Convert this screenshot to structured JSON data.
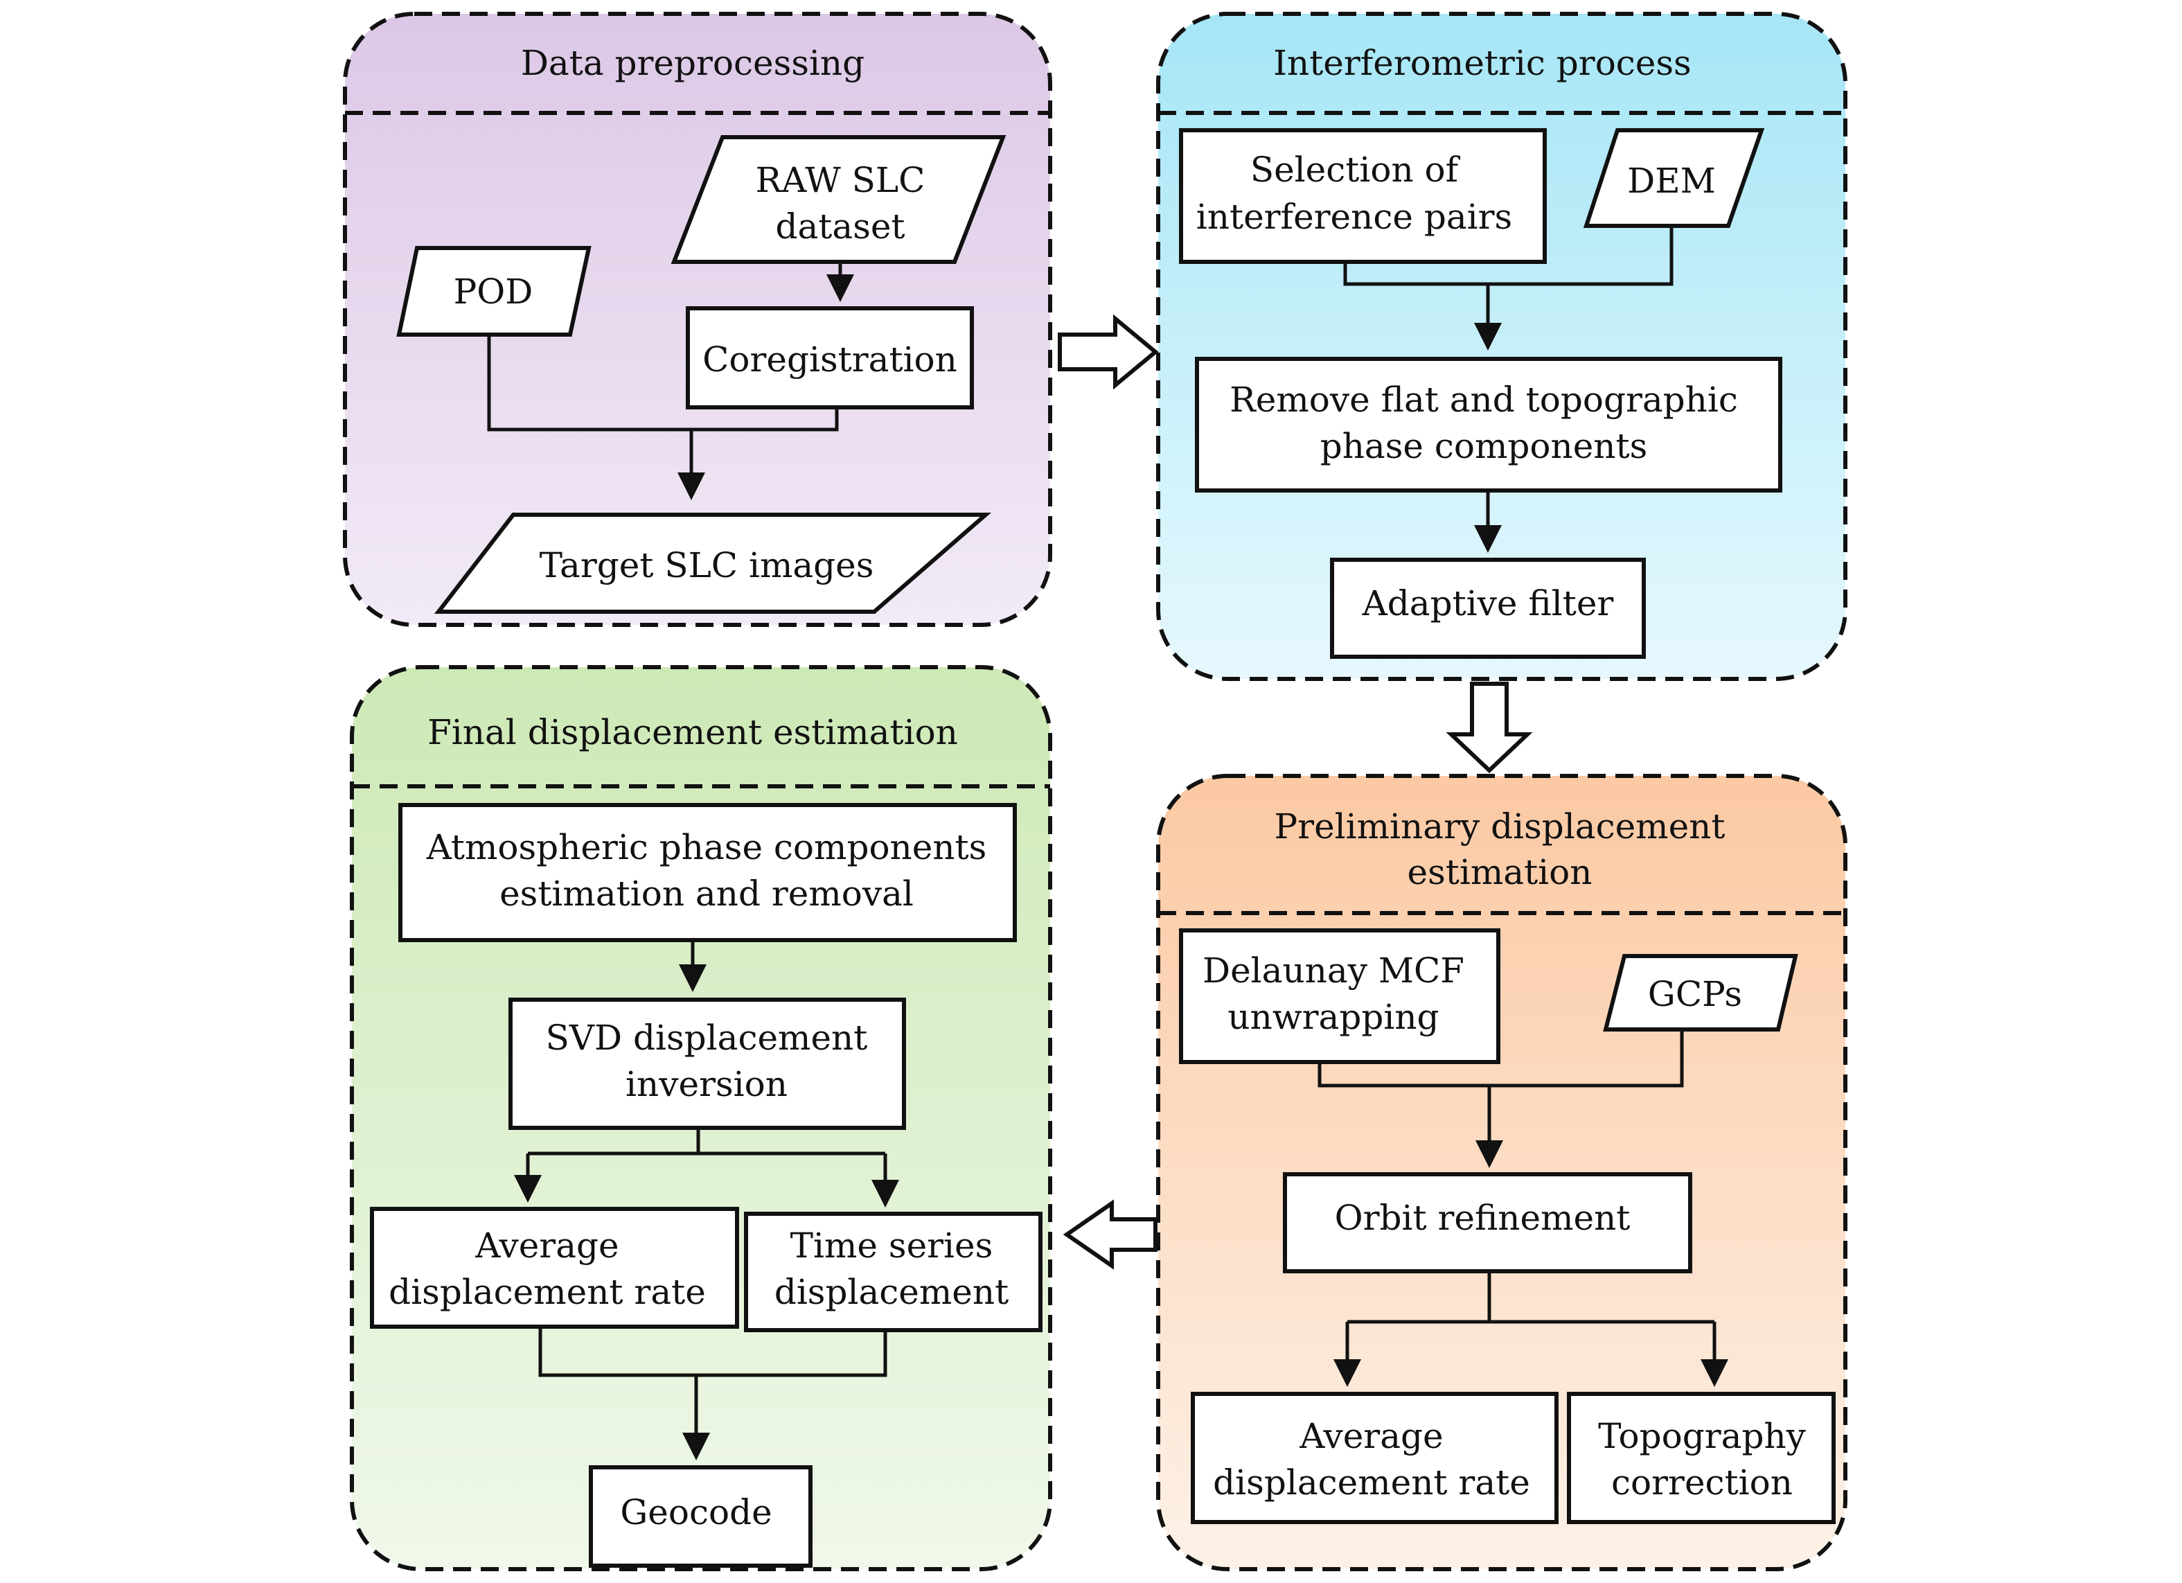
{
  "colors": {
    "preprocessing_top": "#dcc8e6",
    "preprocessing_bottom": "#f2eaf6",
    "interferometric_top": "#a6e6f6",
    "interferometric_bottom": "#e6f8fd",
    "preliminary_top": "#fbc9a3",
    "preliminary_bottom": "#fdf1e7",
    "final_top": "#cde9b6",
    "final_bottom": "#f0f8ea"
  },
  "panels": {
    "preprocessing": {
      "title": "Data preprocessing",
      "pod": "POD",
      "raw_line1": "RAW SLC",
      "raw_line2": "dataset",
      "coregistration": "Coregistration",
      "target": "Target SLC images"
    },
    "interferometric": {
      "title": "Interferometric process",
      "selection_line1": "Selection of",
      "selection_line2": "interference pairs",
      "dem": "DEM",
      "remove_line1": "Remove flat and topographic",
      "remove_line2": "phase components",
      "filter": "Adaptive filter"
    },
    "preliminary": {
      "title_line1": "Preliminary displacement",
      "title_line2": "estimation",
      "delaunay_line1": "Delaunay MCF",
      "delaunay_line2": "unwrapping",
      "gcps": "GCPs",
      "orbit": "Orbit refinement",
      "avg_line1": "Average",
      "avg_line2": "displacement rate",
      "topo_line1": "Topography",
      "topo_line2": "correction"
    },
    "final": {
      "title": "Final displacement estimation",
      "atmo_line1": "Atmospheric phase components",
      "atmo_line2": "estimation and removal",
      "svd_line1": "SVD displacement",
      "svd_line2": "inversion",
      "avg_line1": "Average",
      "avg_line2": "displacement rate",
      "ts_line1": "Time series",
      "ts_line2": "displacement",
      "geocode": "Geocode"
    }
  }
}
